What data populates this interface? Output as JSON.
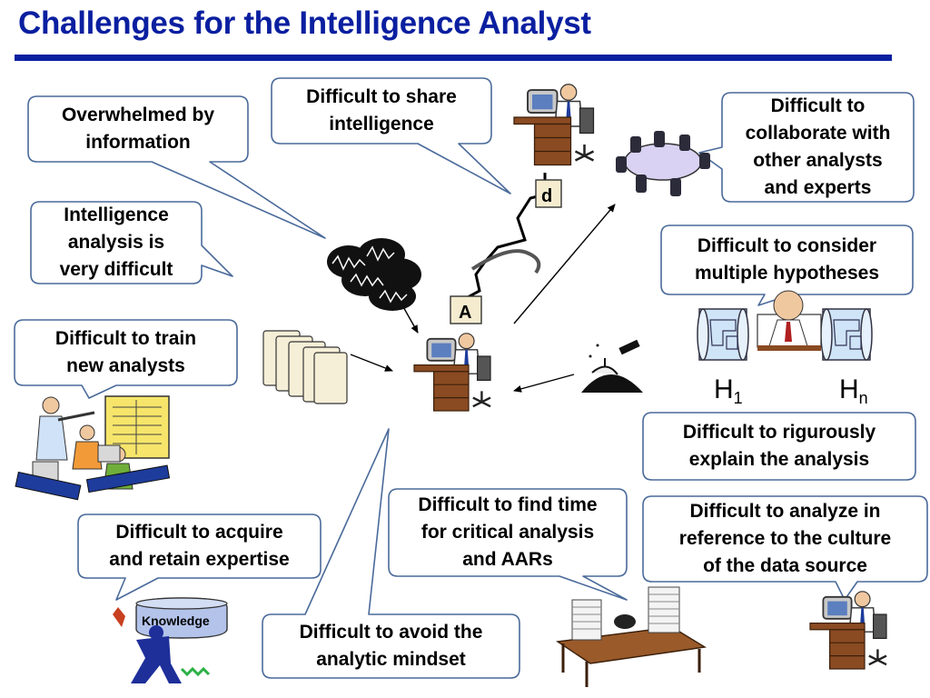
{
  "slide": {
    "title": "Challenges for the Intelligence Analyst",
    "accent_color": "#0a1fa0",
    "callout_border_color": "#4a6a9a",
    "callout_fill_color": "#ffffff"
  },
  "callouts": {
    "overwhelmed": "Overwhelmed by\ninformation",
    "analysis_difficult": "Intelligence\nanalysis is\nvery difficult",
    "train": "Difficult to train\nnew analysts",
    "expertise": "Difficult to acquire\nand retain expertise",
    "share": "Difficult to share\nintelligence",
    "mindset": "Difficult to avoid the\nanalytic mindset",
    "find_time": "Difficult to find time\nfor critical analysis\nand AARs",
    "collaborate": "Difficult to\ncollaborate with\nother analysts\nand experts",
    "hypotheses": "Difficult to consider\nmultiple hypotheses",
    "explain": "Difficult to rigurously\nexplain the analysis",
    "culture": "Difficult to analyze in\nreference to the culture\nof the data source"
  },
  "labels": {
    "h1_base": "H",
    "h1_sub": "1",
    "hn_base": "H",
    "hn_sub": "n",
    "knowledge": "Knowledge",
    "scroll_a": "A",
    "scroll_d": "d"
  },
  "icons": [
    "analyst-at-desk-icon",
    "meeting-table-icon",
    "thinking-analyst-icon",
    "blueprint-icon",
    "documents-stack-icon",
    "satellite-icon",
    "static-noise-clouds-icon",
    "trainer-classroom-icon",
    "knowledge-carrier-icon",
    "paper-pile-desk-icon",
    "path-scroll-icon"
  ]
}
